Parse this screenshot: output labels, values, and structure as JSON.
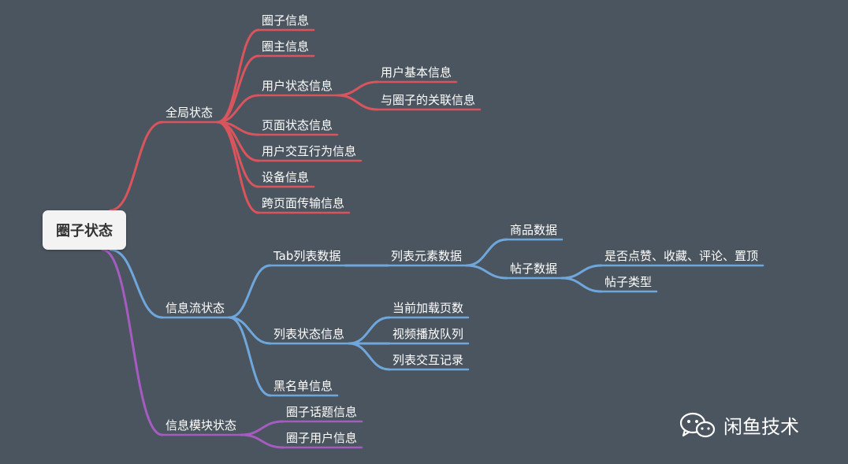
{
  "root": {
    "label": "圈子状态"
  },
  "branches": [
    {
      "id": "global",
      "label": "全局状态",
      "color": "#d9545c",
      "children": [
        {
          "id": "g1",
          "label": "圈子信息"
        },
        {
          "id": "g2",
          "label": "圈主信息"
        },
        {
          "id": "g3",
          "label": "用户状态信息",
          "children": [
            {
              "id": "g3a",
              "label": "用户基本信息"
            },
            {
              "id": "g3b",
              "label": "与圈子的关联信息"
            }
          ]
        },
        {
          "id": "g4",
          "label": "页面状态信息"
        },
        {
          "id": "g5",
          "label": "用户交互行为信息"
        },
        {
          "id": "g6",
          "label": "设备信息"
        },
        {
          "id": "g7",
          "label": "跨页面传输信息"
        }
      ]
    },
    {
      "id": "feed",
      "label": "信息流状态",
      "color": "#6fa7dc",
      "children": [
        {
          "id": "f1",
          "label": "Tab列表数据",
          "children": [
            {
              "id": "f1a",
              "label": "列表元素数据",
              "children": [
                {
                  "id": "f1a1",
                  "label": "商品数据"
                },
                {
                  "id": "f1a2",
                  "label": "帖子数据",
                  "children": [
                    {
                      "id": "f1a2a",
                      "label": "是否点赞、收藏、评论、置顶"
                    },
                    {
                      "id": "f1a2b",
                      "label": "帖子类型"
                    }
                  ]
                }
              ]
            }
          ]
        },
        {
          "id": "f2",
          "label": "列表状态信息",
          "children": [
            {
              "id": "f2a",
              "label": "当前加载页数"
            },
            {
              "id": "f2b",
              "label": "视频播放队列"
            },
            {
              "id": "f2c",
              "label": "列表交互记录"
            }
          ]
        },
        {
          "id": "f3",
          "label": "黑名单信息"
        }
      ]
    },
    {
      "id": "module",
      "label": "信息模块状态",
      "color": "#a55cc0",
      "children": [
        {
          "id": "m1",
          "label": "圈子话题信息"
        },
        {
          "id": "m2",
          "label": "圈子用户信息"
        }
      ]
    }
  ],
  "watermark": {
    "text": "闲鱼技术",
    "icon": "wechat-icon"
  }
}
